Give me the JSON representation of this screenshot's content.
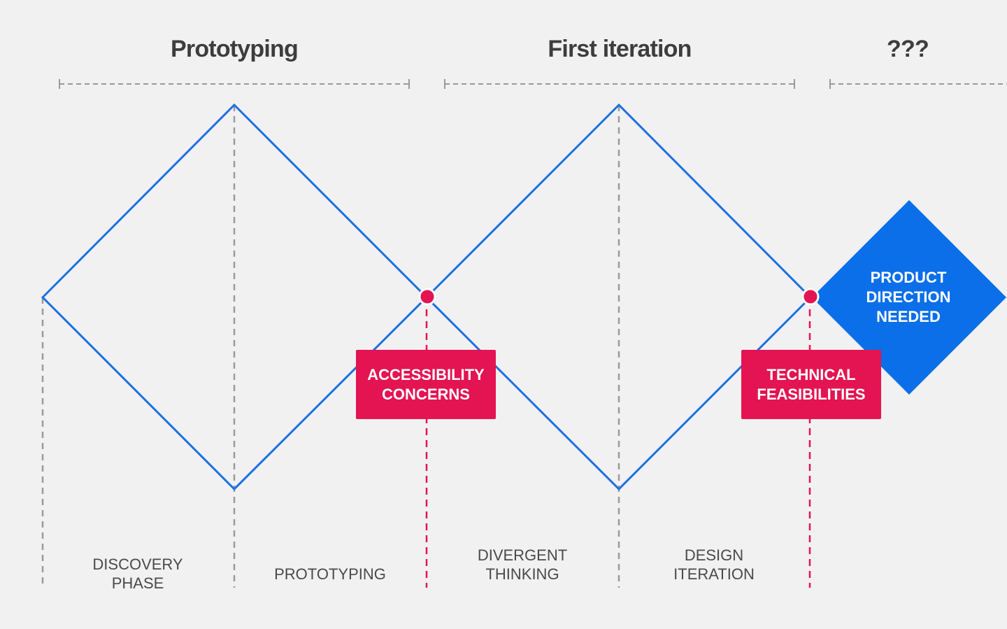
{
  "phases": [
    {
      "title": "Prototyping"
    },
    {
      "title": "First iteration"
    },
    {
      "title": "???"
    }
  ],
  "stages": [
    {
      "label": "DISCOVERY\nPHASE"
    },
    {
      "label": "PROTOTYPING"
    },
    {
      "label": "DIVERGENT\nTHINKING"
    },
    {
      "label": "DESIGN\nITERATION"
    }
  ],
  "callouts": [
    {
      "label": "ACCESSIBILITY\nCONCERNS"
    },
    {
      "label": "TECHNICAL\nFEASIBILITIES"
    }
  ],
  "direction": {
    "label": "PRODUCT\nDIRECTION\nNEEDED"
  },
  "colors": {
    "background": "#f1f1f1",
    "diamond_stroke": "#1f6fe3",
    "callout": "#e31451",
    "direction_fill": "#0a6fe8",
    "guide_gray": "#9a9a9a",
    "text": "#3d3d3d"
  }
}
